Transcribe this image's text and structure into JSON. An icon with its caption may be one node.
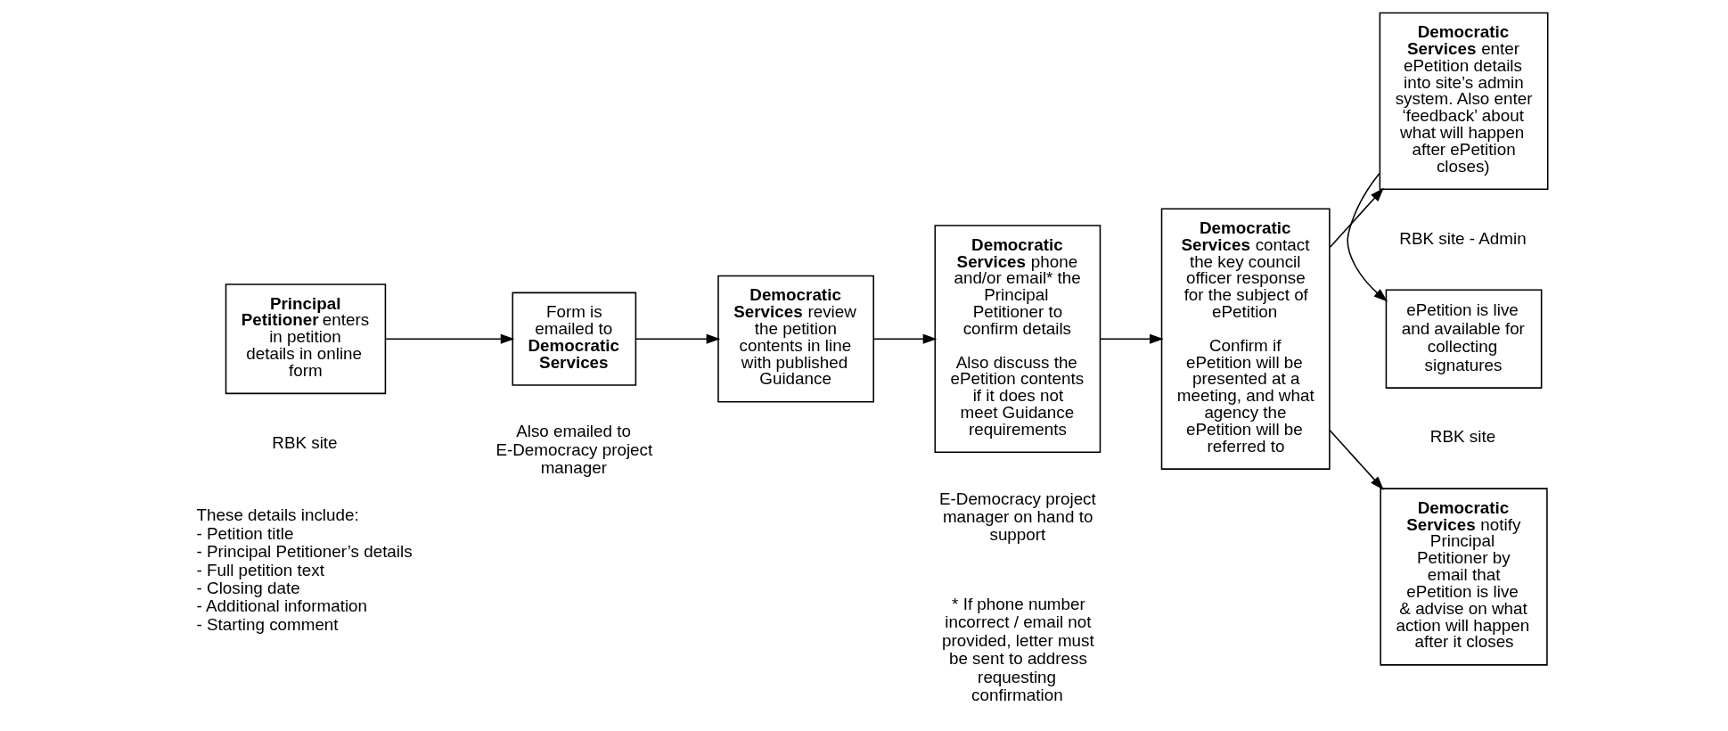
{
  "diagram": {
    "nodes": [
      {
        "text": [
          "**Principal Petitioner** enters in petition details in online form"
        ],
        "beside": [
          "RBK site"
        ]
      },
      {
        "text": [
          "Form is emailed to **Democratic Services**"
        ],
        "beside": [
          "Also emailed to E-Democracy project manager"
        ]
      },
      {
        "text": [
          "**Democratic Services** review the petition contents in line with published Guidance"
        ]
      },
      {
        "text": [
          "**Democratic Services** phone and/or email* the Principal Petitioner to confirm details",
          "Also discuss the ePetition contents if it does not meet Guidance requirements"
        ],
        "beside": [
          "E-Democracy project manager on hand to support",
          "* If phone number incorrect / email not provided, letter must be sent to address requesting confirmation"
        ]
      },
      {
        "text": [
          "**Democratic Services** contact the key council officer response for the subject of ePetition",
          "Confirm if ePetition will be presented at a meeting, and what agency the ePetition will be referred to"
        ]
      },
      {
        "text": [
          "**Democratic Services** enter ePetition details into site’s admin system. Also enter ‘feedback’ about what will happen after ePetition closes)"
        ],
        "beside": [
          "RBK site - Admin"
        ]
      },
      {
        "text": [
          "ePetition is live and available for collecting signatures"
        ],
        "beside": [
          "RBK site"
        ]
      },
      {
        "text": [
          "**Democratic Services** notify Principal Petitioner by email that ePetition is live & advise on what action will happen after it closes"
        ]
      }
    ],
    "edges": [
      {
        "from": 0,
        "to": 1,
        "arrow": "to"
      },
      {
        "from": 1,
        "to": 2,
        "arrow": "to"
      },
      {
        "from": 2,
        "to": 3,
        "arrow": "to"
      },
      {
        "from": 3,
        "to": 4,
        "arrow": "to"
      },
      {
        "from": 4,
        "to": 5,
        "arrow": "to"
      },
      {
        "from": 5,
        "to": 6,
        "arrow": "to"
      },
      {
        "from": 4,
        "to": 7,
        "arrow": "to"
      }
    ],
    "labels": [
      "These details include:",
      "- Petition title",
      "- Principal Petitioner’s details",
      "- Full petition text",
      "- Closing date",
      "- Additional information",
      "- Starting comment"
    ]
  }
}
